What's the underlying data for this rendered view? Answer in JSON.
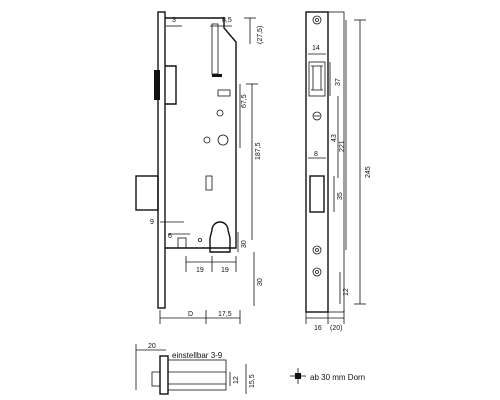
{
  "labels": {
    "d3": "3",
    "d8_5": "8,5",
    "d27_5": "(27,5)",
    "d67_5": "67,5",
    "d187_5": "187,5",
    "d9": "9",
    "d6": "6",
    "d19a": "19",
    "d19b": "19",
    "d30a": "30",
    "d30b": "30",
    "dD": "D",
    "d17_5": "17,5",
    "d14": "14",
    "d37": "37",
    "d43": "43",
    "d8": "8",
    "d221": "221",
    "d35": "35",
    "d245": "245",
    "d12": "12",
    "d16": "16",
    "d20p": "(20)",
    "d20": "20",
    "einstellbar": "einstellbar 3-9",
    "d12b": "12",
    "d15_5": "15,5",
    "dorn": "ab 30 mm Dorn"
  }
}
